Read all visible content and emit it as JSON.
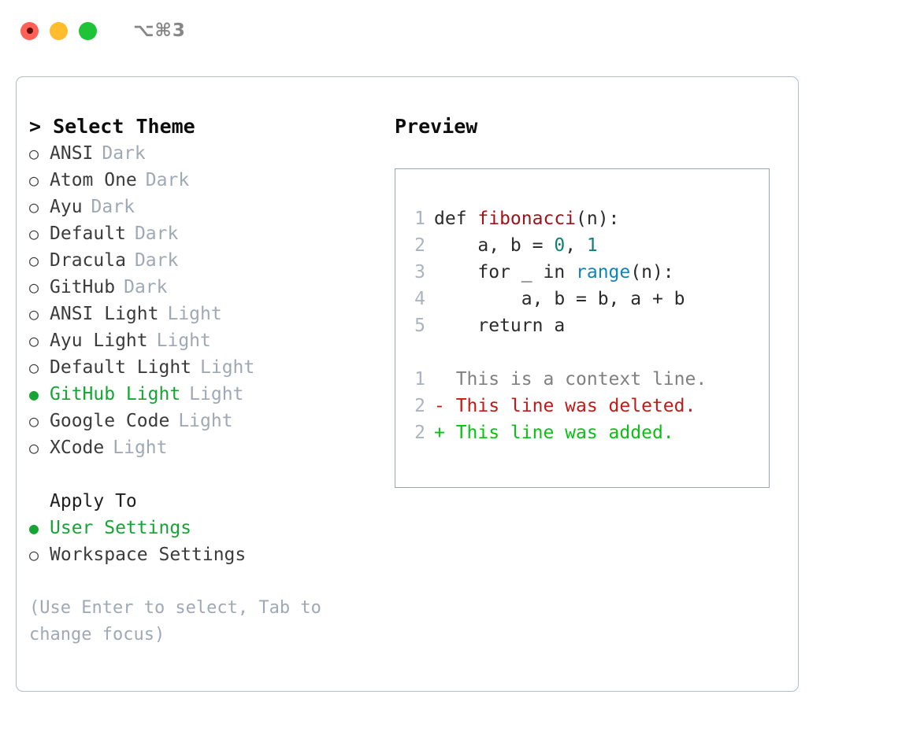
{
  "titlebar": {
    "shortcut": "⌥⌘3",
    "lights": [
      "close",
      "minimize",
      "zoom"
    ]
  },
  "theme_panel": {
    "heading": "> Select Theme",
    "markers": {
      "unselected": "○",
      "selected": "●"
    },
    "items": [
      {
        "label": "ANSI",
        "tag": "Dark",
        "selected": false
      },
      {
        "label": "Atom One",
        "tag": "Dark",
        "selected": false
      },
      {
        "label": "Ayu",
        "tag": "Dark",
        "selected": false
      },
      {
        "label": "Default",
        "tag": "Dark",
        "selected": false
      },
      {
        "label": "Dracula",
        "tag": "Dark",
        "selected": false
      },
      {
        "label": "GitHub",
        "tag": "Dark",
        "selected": false
      },
      {
        "label": "ANSI Light",
        "tag": "Light",
        "selected": false
      },
      {
        "label": "Ayu Light",
        "tag": "Light",
        "selected": false
      },
      {
        "label": "Default Light",
        "tag": "Light",
        "selected": false
      },
      {
        "label": "GitHub Light",
        "tag": "Light",
        "selected": true
      },
      {
        "label": "Google Code",
        "tag": "Light",
        "selected": false
      },
      {
        "label": "XCode",
        "tag": "Light",
        "selected": false
      }
    ]
  },
  "apply_to": {
    "heading": "Apply To",
    "items": [
      {
        "label": "User Settings",
        "selected": true
      },
      {
        "label": "Workspace Settings",
        "selected": false
      }
    ]
  },
  "hint": "(Use Enter to select, Tab to change focus)",
  "preview": {
    "title": "Preview",
    "code_lines": [
      {
        "no": "1",
        "segments": [
          {
            "text": "def ",
            "kind": "plain"
          },
          {
            "text": "fibonacci",
            "kind": "fn"
          },
          {
            "text": "(n):",
            "kind": "plain"
          }
        ]
      },
      {
        "no": "2",
        "segments": [
          {
            "text": "    a, b = ",
            "kind": "plain"
          },
          {
            "text": "0",
            "kind": "num"
          },
          {
            "text": ", ",
            "kind": "plain"
          },
          {
            "text": "1",
            "kind": "num"
          }
        ]
      },
      {
        "no": "3",
        "segments": [
          {
            "text": "    for _ in ",
            "kind": "plain"
          },
          {
            "text": "range",
            "kind": "call"
          },
          {
            "text": "(n):",
            "kind": "plain"
          }
        ]
      },
      {
        "no": "4",
        "segments": [
          {
            "text": "        a, b = b, a + b",
            "kind": "plain"
          }
        ]
      },
      {
        "no": "5",
        "segments": [
          {
            "text": "    return a",
            "kind": "plain"
          }
        ]
      }
    ],
    "diff_lines": [
      {
        "no": "1",
        "marker": " ",
        "text": "  This is a context line.",
        "kind": "ctx"
      },
      {
        "no": "2",
        "marker": "-",
        "text": "- This line was deleted.",
        "kind": "del"
      },
      {
        "no": "2",
        "marker": "+",
        "text": "+ This line was added.",
        "kind": "add"
      }
    ]
  },
  "colors": {
    "accent_green": "#16a434",
    "muted": "#9fa9b6",
    "lineno": "#aab4c0",
    "fn_red": "#a2121a",
    "num_teal": "#0f8175",
    "call_blue": "#1083b8",
    "diff_del": "#c21a14",
    "diff_add": "#0ac015",
    "border": "#b3bcc8"
  }
}
